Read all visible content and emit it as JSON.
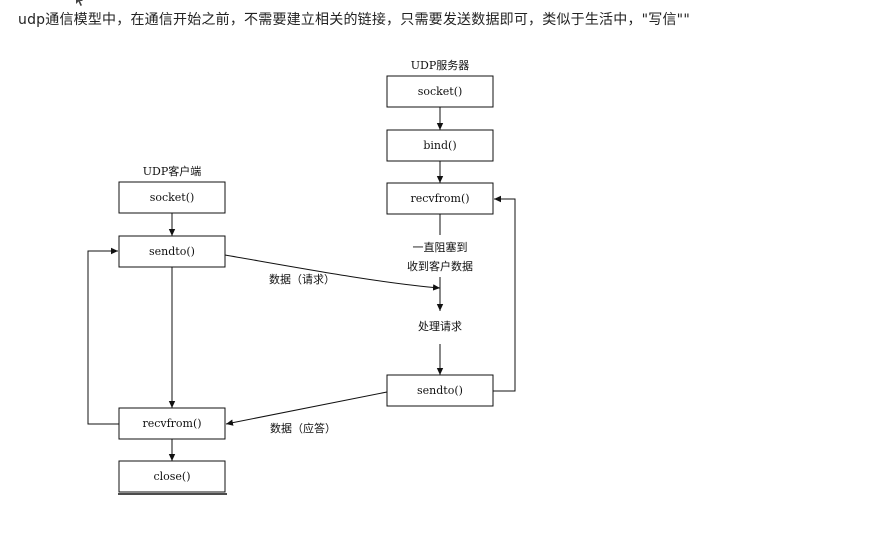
{
  "page": {
    "heading": "udp通信模型中，在通信开始之前，不需要建立相关的链接，只需要发送数据即可，类似于生活中，\"写信\"\""
  },
  "diagram": {
    "server": {
      "title": "UDP服务器",
      "socket": "socket()",
      "bind": "bind()",
      "recvfrom": "recvfrom()",
      "wait_line1": "一直阻塞到",
      "wait_line2": "收到客户数据",
      "process": "处理请求",
      "sendto": "sendto()"
    },
    "client": {
      "title": "UDP客户端",
      "socket": "socket()",
      "sendto": "sendto()",
      "recvfrom": "recvfrom()",
      "close": "close()"
    },
    "edges": {
      "request": "数据（请求）",
      "reply": "数据（应答）"
    }
  }
}
